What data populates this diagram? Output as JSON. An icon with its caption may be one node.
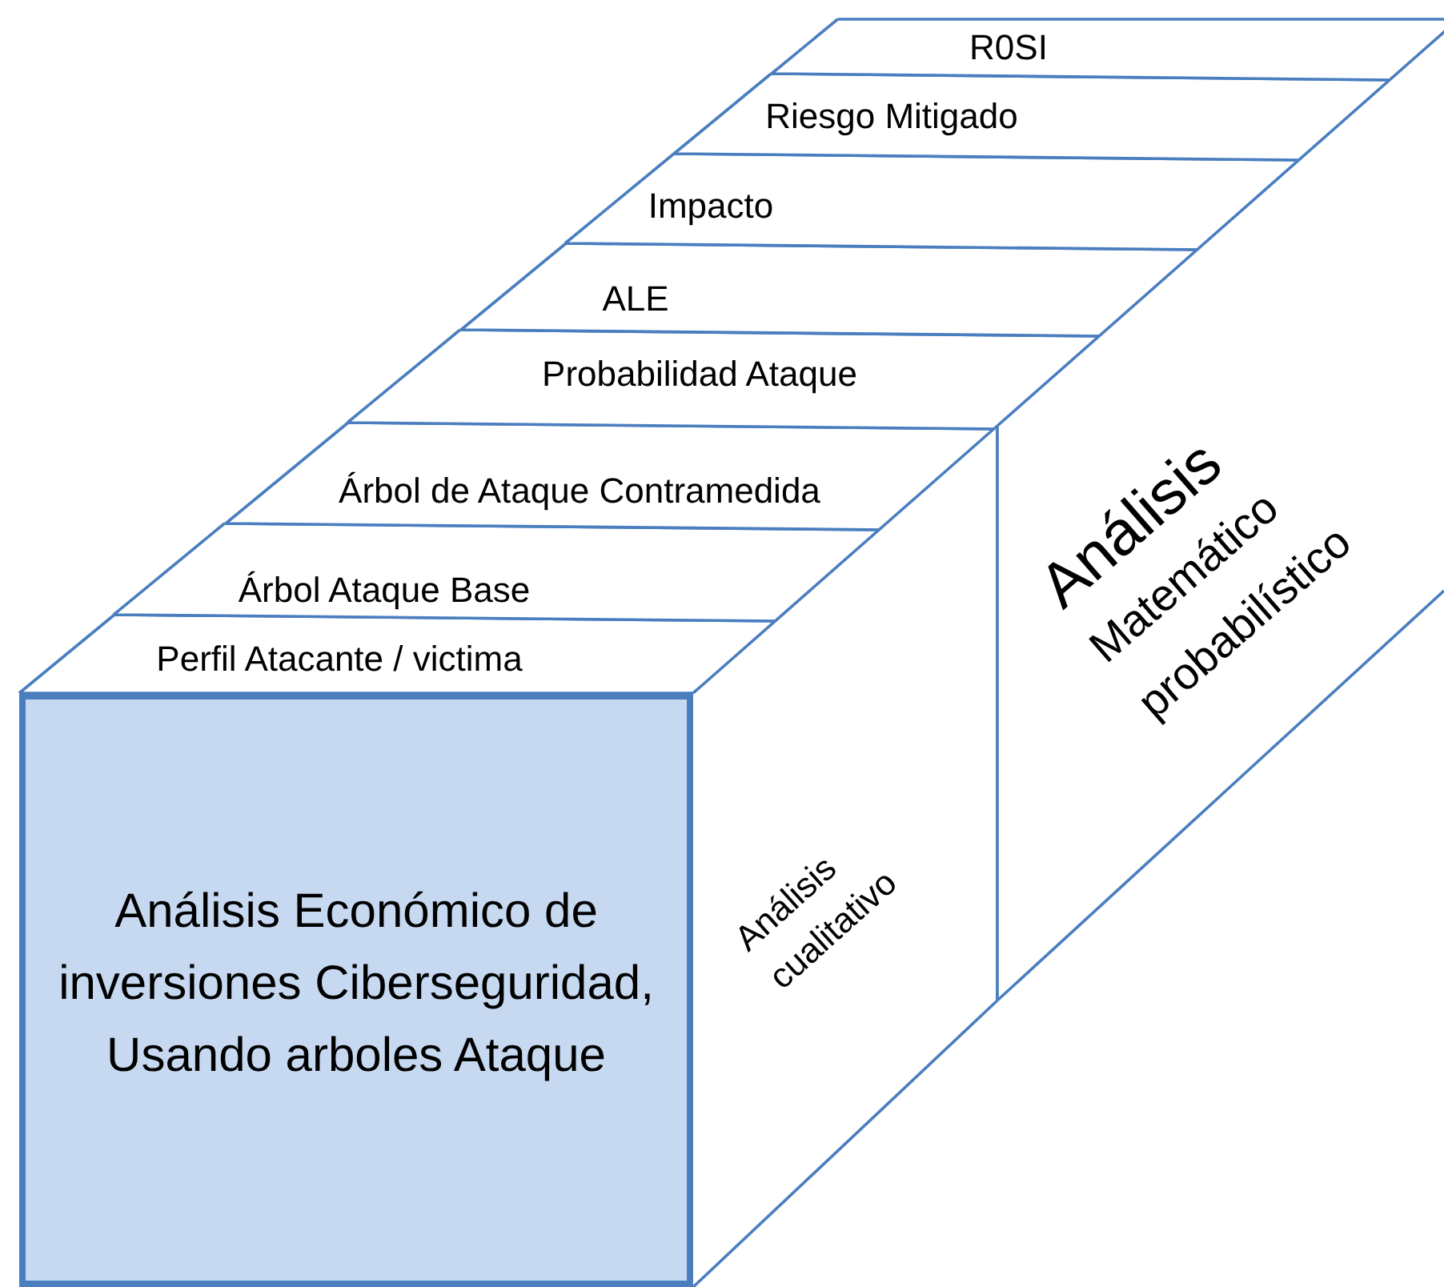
{
  "diagram": {
    "nodes": [
      {
        "text": [
          "Análisis Económico de inversiones Ciberseguridad, Usando arboles Ataque"
        ]
      },
      {
        "text": [
          "Perfil Atacante / victima"
        ]
      },
      {
        "text": [
          "Árbol Ataque Base"
        ]
      },
      {
        "text": [
          "Árbol de Ataque Contramedida"
        ]
      },
      {
        "text": [
          "Probabilidad Ataque"
        ]
      },
      {
        "text": [
          "ALE"
        ]
      },
      {
        "text": [
          "Impacto"
        ]
      },
      {
        "text": [
          "Riesgo Mitigado"
        ]
      },
      {
        "text": [
          "R0SI"
        ]
      },
      {
        "text": [
          "Análisis cualitativo"
        ]
      },
      {
        "text": [
          "Análisis",
          "Matemático probabilístico"
        ]
      }
    ]
  }
}
